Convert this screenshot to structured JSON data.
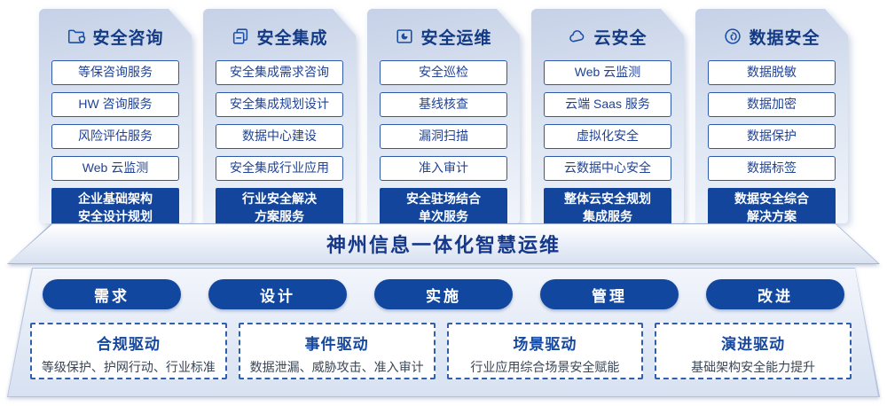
{
  "brand_color": "#11479f",
  "columns": [
    {
      "title": "安全咨询",
      "icon": "folder-shield-icon",
      "items": [
        "等保咨询服务",
        "HW 咨询服务",
        "风险评估服务",
        "Web 云监测"
      ],
      "highlight": [
        "企业基础架构",
        "安全设计规划"
      ]
    },
    {
      "title": "安全集成",
      "icon": "copy-docs-icon",
      "items": [
        "安全集成需求咨询",
        "安全集成规划设计",
        "数据中心建设",
        "安全集成行业应用"
      ],
      "highlight": [
        "行业安全解决",
        "方案服务"
      ]
    },
    {
      "title": "安全运维",
      "icon": "folder-chart-icon",
      "items": [
        "安全巡检",
        "基线核查",
        "漏洞扫描",
        "准入审计"
      ],
      "highlight": [
        "安全驻场结合",
        "单次服务"
      ]
    },
    {
      "title": "云安全",
      "icon": "cloud-icon",
      "items": [
        "Web 云监测",
        "云端 Saas 服务",
        "虚拟化安全",
        "云数据中心安全"
      ],
      "highlight": [
        "整体云安全规划",
        "集成服务"
      ]
    },
    {
      "title": "数据安全",
      "icon": "fingerprint-icon",
      "items": [
        "数据脱敏",
        "数据加密",
        "数据保护",
        "数据标签"
      ],
      "highlight": [
        "数据安全综合",
        "解决方案"
      ]
    }
  ],
  "banner": {
    "title": "神州信息一体化智慧运维"
  },
  "phases": [
    "需求",
    "设计",
    "实施",
    "管理",
    "改进"
  ],
  "drivers": [
    {
      "title": "合规驱动",
      "desc": "等级保护、护网行动、行业标准"
    },
    {
      "title": "事件驱动",
      "desc": "数据泄漏、威胁攻击、准入审计"
    },
    {
      "title": "场景驱动",
      "desc": "行业应用综合场景安全赋能"
    },
    {
      "title": "演进驱动",
      "desc": "基础架构安全能力提升"
    }
  ]
}
